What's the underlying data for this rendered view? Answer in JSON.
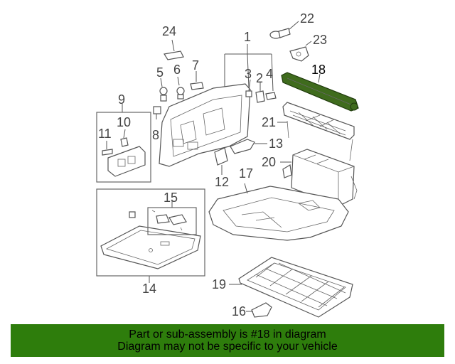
{
  "callouts": {
    "c1": "1",
    "c2": "2",
    "c3": "3",
    "c4": "4",
    "c5": "5",
    "c6": "6",
    "c7": "7",
    "c8": "8",
    "c9": "9",
    "c10": "10",
    "c11": "11",
    "c12": "12",
    "c13": "13",
    "c14": "14",
    "c15": "15",
    "c16": "16",
    "c17": "17",
    "c18": "18",
    "c19": "19",
    "c20": "20",
    "c21": "21",
    "c22": "22",
    "c23": "23",
    "c24": "24"
  },
  "highlight_color": "#3f6b1d",
  "footer": {
    "line1": "Part or sub-assembly is #18 in diagram",
    "line2": "Diagram may not be specific to your vehicle",
    "background": "#2e7d0c"
  }
}
